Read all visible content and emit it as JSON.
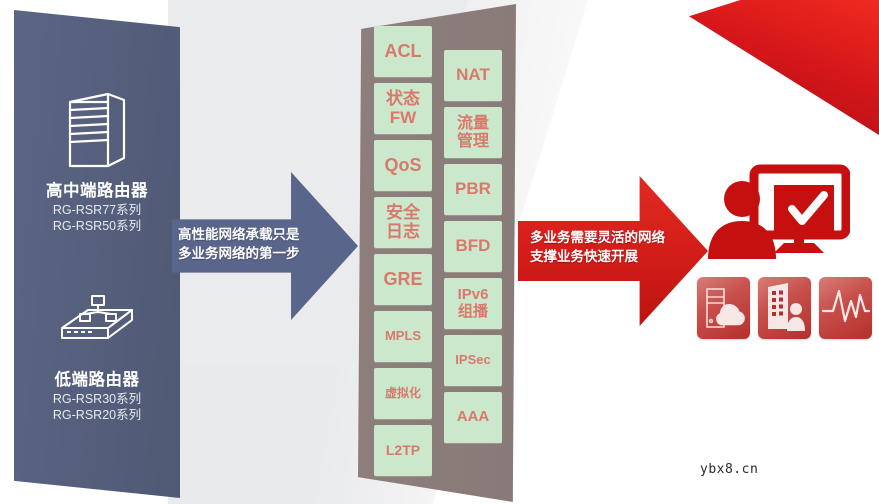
{
  "background": {
    "accent_red": "#d4161a",
    "panel_blue": "#566280",
    "column_brown": "#8b7d7a",
    "chip_green": "#cbe8cd",
    "chip_text": "#d9796c"
  },
  "left_panel": {
    "groups": [
      {
        "icon": "server-rack-icon",
        "title": "高中端路由器",
        "models": "RG-RSR77系列\nRG-RSR50系列"
      },
      {
        "icon": "network-switch-icon",
        "title": "低端路由器",
        "models": "RG-RSR30系列\nRG-RSR20系列"
      }
    ]
  },
  "blue_arrow": {
    "text": "高性能网络承载只是\n多业务网络的第一步"
  },
  "center_column": {
    "column_left": [
      {
        "label": "ACL",
        "font": 18
      },
      {
        "label": "状态\nFW",
        "font": 17
      },
      {
        "label": "QoS",
        "font": 18
      },
      {
        "label": "安全\n日志",
        "font": 17
      },
      {
        "label": "GRE",
        "font": 18
      },
      {
        "label": "MPLS",
        "font": 13
      },
      {
        "label": "虚拟化",
        "font": 12
      },
      {
        "label": "L2TP",
        "font": 14
      }
    ],
    "column_right": [
      {
        "label": "NAT",
        "font": 17
      },
      {
        "label": "流量\n管理",
        "font": 16
      },
      {
        "label": "PBR",
        "font": 17
      },
      {
        "label": "BFD",
        "font": 17
      },
      {
        "label": "IPv6\n组播",
        "font": 15
      },
      {
        "label": "IPSec",
        "font": 13
      },
      {
        "label": "AAA",
        "font": 15
      }
    ]
  },
  "red_arrow": {
    "text": "多业务需要灵活的网络\n支撑业务快速开展"
  },
  "right_side": {
    "main_icon": "user-monitor-check-icon",
    "tiles": [
      {
        "icon": "cloud-server-icon"
      },
      {
        "icon": "building-user-icon"
      },
      {
        "icon": "heartbeat-pulse-icon"
      }
    ]
  },
  "watermark": {
    "text": "ybx8.cn"
  }
}
